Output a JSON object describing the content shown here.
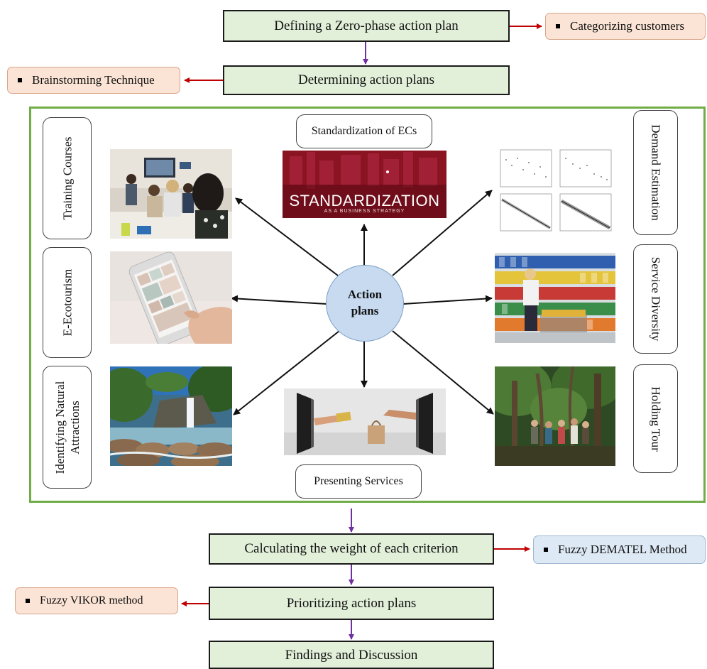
{
  "top_steps": {
    "zero_phase": "Defining a Zero-phase action plan",
    "determining": "Determining action plans"
  },
  "top_notes": {
    "categorizing": "Categorizing customers",
    "brainstorming": "Brainstorming Technique"
  },
  "hub_label": "Action plans",
  "left_labels": {
    "training": "Training Courses",
    "e_ecotourism": "E-Ecotourism",
    "identifying_line1": "Identifying Natural",
    "identifying_line2": "Attractions"
  },
  "right_labels": {
    "demand": "Demand Estimation",
    "service_diversity": "Service Diversity",
    "holding_tour": "Holding Tour"
  },
  "center_labels": {
    "standardization_ecs": "Standardization of ECs",
    "presenting": "Presenting Services"
  },
  "standardization_banner": {
    "title": "STANDARDIZATION",
    "subtitle": "AS A BUSINESS STRATEGY"
  },
  "bottom_steps": {
    "calculating": "Calculating the weight of each criterion",
    "prioritizing": "Prioritizing action plans",
    "findings": "Findings and Discussion"
  },
  "bottom_notes": {
    "dematel": "Fuzzy DEMATEL Method",
    "vikor": "Fuzzy VIKOR method"
  },
  "colors": {
    "step_fill": "#e2efd9",
    "note_peach": "#fbe4d5",
    "note_blue": "#dde9f5",
    "panel_border": "#70ad47",
    "hub_fill": "#c7daf0",
    "red_arrow": "#c00000",
    "purple_arrow": "#7030a0"
  }
}
